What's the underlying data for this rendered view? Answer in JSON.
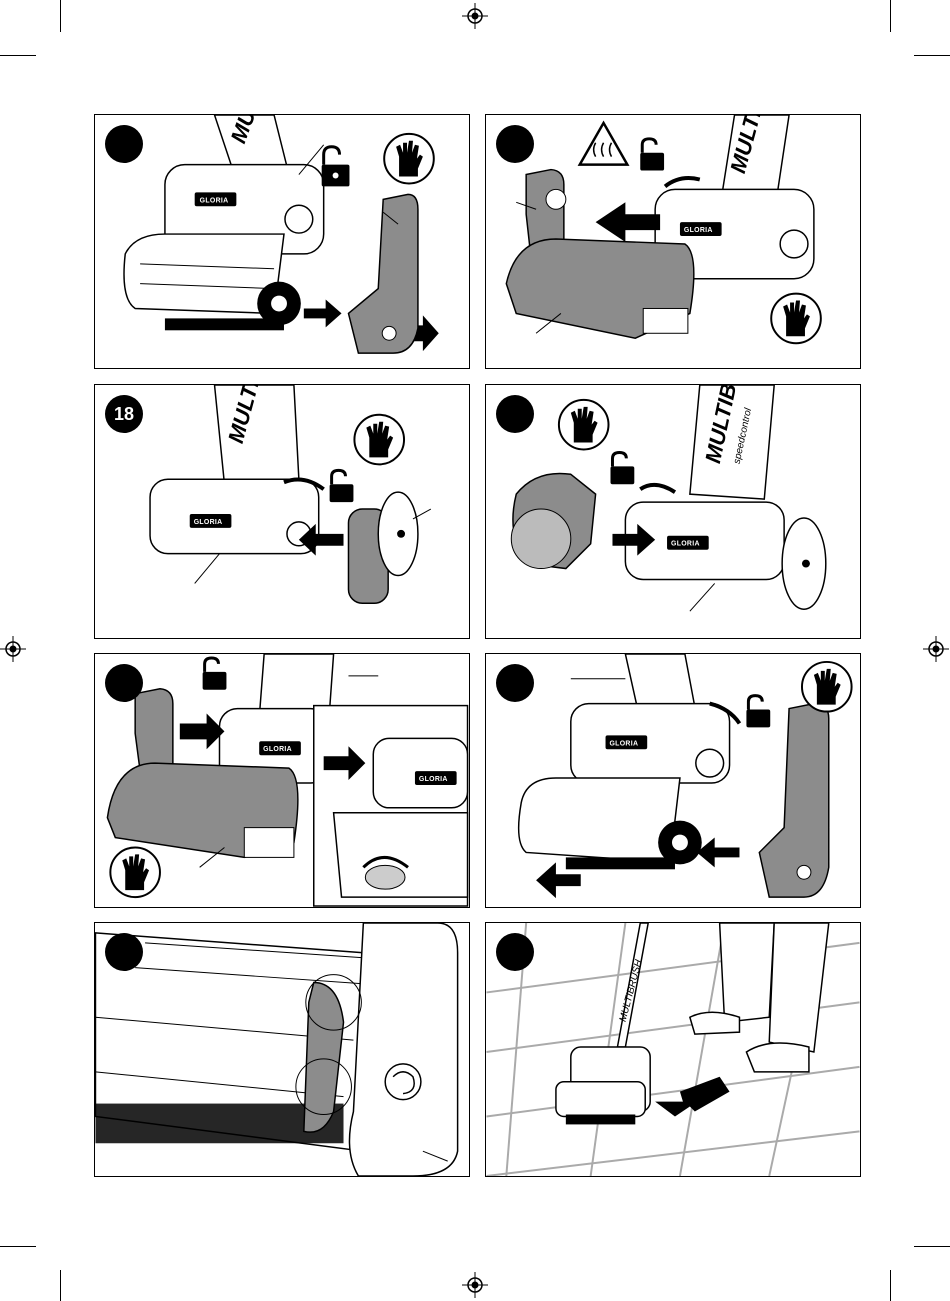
{
  "brand": {
    "name": "GLORIA",
    "product": "MULTIBRUSH",
    "product_partial": "MULTIB",
    "speed_text": "speedcontrol"
  },
  "steps": [
    {
      "id": "a",
      "number": ""
    },
    {
      "id": "b",
      "number": ""
    },
    {
      "id": "c",
      "number": "18"
    },
    {
      "id": "d",
      "number": ""
    },
    {
      "id": "e",
      "number": ""
    },
    {
      "id": "f",
      "number": ""
    },
    {
      "id": "g",
      "number": ""
    },
    {
      "id": "h",
      "number": ""
    }
  ],
  "icons": [
    "glove-icon",
    "unlock-icon",
    "hot-surface-warning-icon",
    "registration-mark-icon"
  ],
  "colors": {
    "ink": "#000000",
    "part_gray": "#9a9a9a",
    "paper": "#ffffff"
  }
}
